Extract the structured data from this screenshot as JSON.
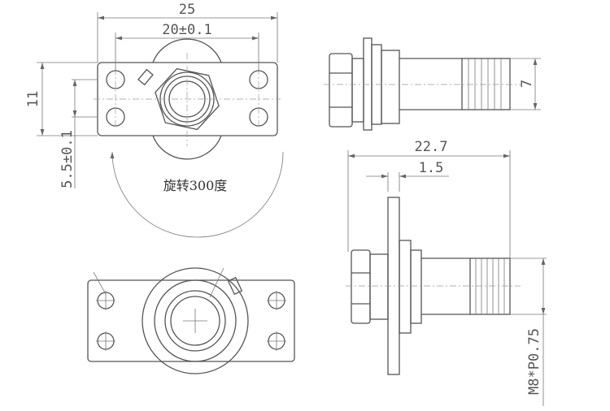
{
  "top_view": {
    "dim_overall_width": "25",
    "dim_hole_spacing": "20±0.1",
    "dim_height": "11",
    "dim_hole_offset": "5.5±0.1",
    "rotation_note": "旋转300度"
  },
  "side_view_top": {
    "dim_thread_dia": "7"
  },
  "side_view_bottom": {
    "dim_overall_length": "22.7",
    "dim_flange_thickness": "1.5",
    "dim_thread_spec": "M8*P0.75"
  },
  "colors": {
    "line": "#555555",
    "text": "#555555"
  }
}
